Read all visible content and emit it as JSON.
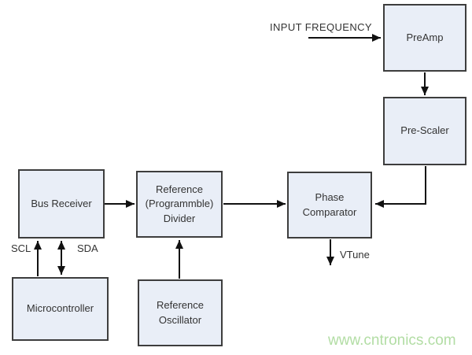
{
  "canvas": {
    "background": "#ffffff"
  },
  "colors": {
    "box_fill": "#e9eef7",
    "box_border": "#3d3d3d",
    "line": "#111111",
    "text": "#333333",
    "watermark": "#b2dda4"
  },
  "blocks": {
    "preamp": {
      "label": "PreAmp"
    },
    "prescaler": {
      "label": "Pre-Scaler"
    },
    "phase_comparator": {
      "label": "Phase\nComparator"
    },
    "bus_receiver": {
      "label": "Bus Receiver"
    },
    "reference_divider": {
      "label": "Reference\n(Programmble)\nDivider"
    },
    "reference_oscillator": {
      "label": "Reference\nOscillator"
    },
    "microcontroller": {
      "label": "Microcontroller"
    }
  },
  "labels": {
    "input_frequency": "INPUT FREQUENCY",
    "scl": "SCL",
    "sda": "SDA",
    "vtune": "VTune"
  },
  "watermark": {
    "text": "www.cntronics.com"
  }
}
